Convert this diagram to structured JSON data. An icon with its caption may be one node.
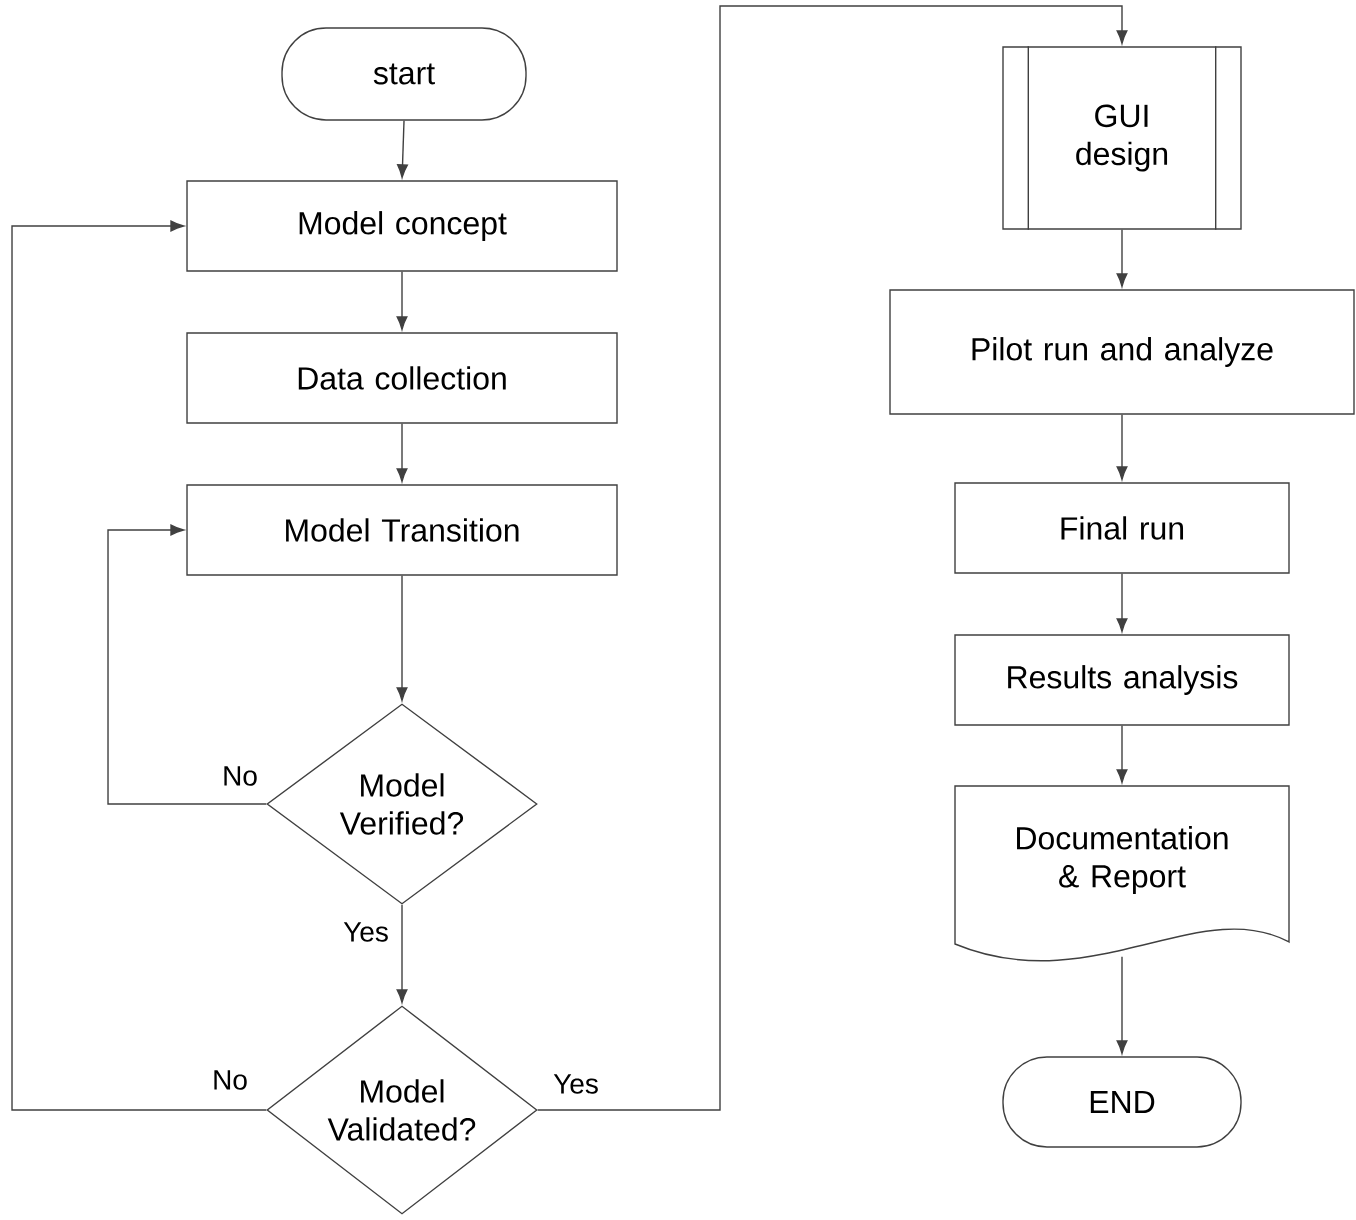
{
  "diagram": {
    "nodes": [
      {
        "text": [
          "start"
        ]
      },
      {
        "text": [
          "Model concept"
        ]
      },
      {
        "text": [
          "Data collection"
        ]
      },
      {
        "text": [
          "Model Transition"
        ]
      },
      {
        "text": [
          "Model Verified?"
        ]
      },
      {
        "text": [
          "Model Validated?"
        ]
      },
      {
        "text": [
          "GUI design"
        ]
      },
      {
        "text": [
          "Pilot run and analyze"
        ]
      },
      {
        "text": [
          "Final run"
        ]
      },
      {
        "text": [
          "Results analysis"
        ]
      },
      {
        "text": [
          "Documentation & Report"
        ]
      },
      {
        "text": [
          "END"
        ]
      }
    ],
    "edges": [
      {
        "from": 0,
        "to": 1,
        "arrow": "to"
      },
      {
        "from": 1,
        "to": 2,
        "arrow": "to"
      },
      {
        "from": 2,
        "to": 3,
        "arrow": "to"
      },
      {
        "from": 3,
        "to": 4,
        "arrow": "to"
      },
      {
        "from": 4,
        "to": 3,
        "arrow": "to",
        "label": "No"
      },
      {
        "from": 4,
        "to": 5,
        "arrow": "to",
        "label": "Yes"
      },
      {
        "from": 5,
        "to": 1,
        "arrow": "to",
        "label": "No"
      },
      {
        "from": 5,
        "to": 6,
        "arrow": "to",
        "label": "Yes"
      },
      {
        "from": 6,
        "to": 7,
        "arrow": "to"
      },
      {
        "from": 7,
        "to": 8,
        "arrow": "to"
      },
      {
        "from": 8,
        "to": 9,
        "arrow": "to"
      },
      {
        "from": 9,
        "to": 10,
        "arrow": "to"
      },
      {
        "from": 10,
        "to": 11,
        "arrow": "to"
      }
    ]
  }
}
